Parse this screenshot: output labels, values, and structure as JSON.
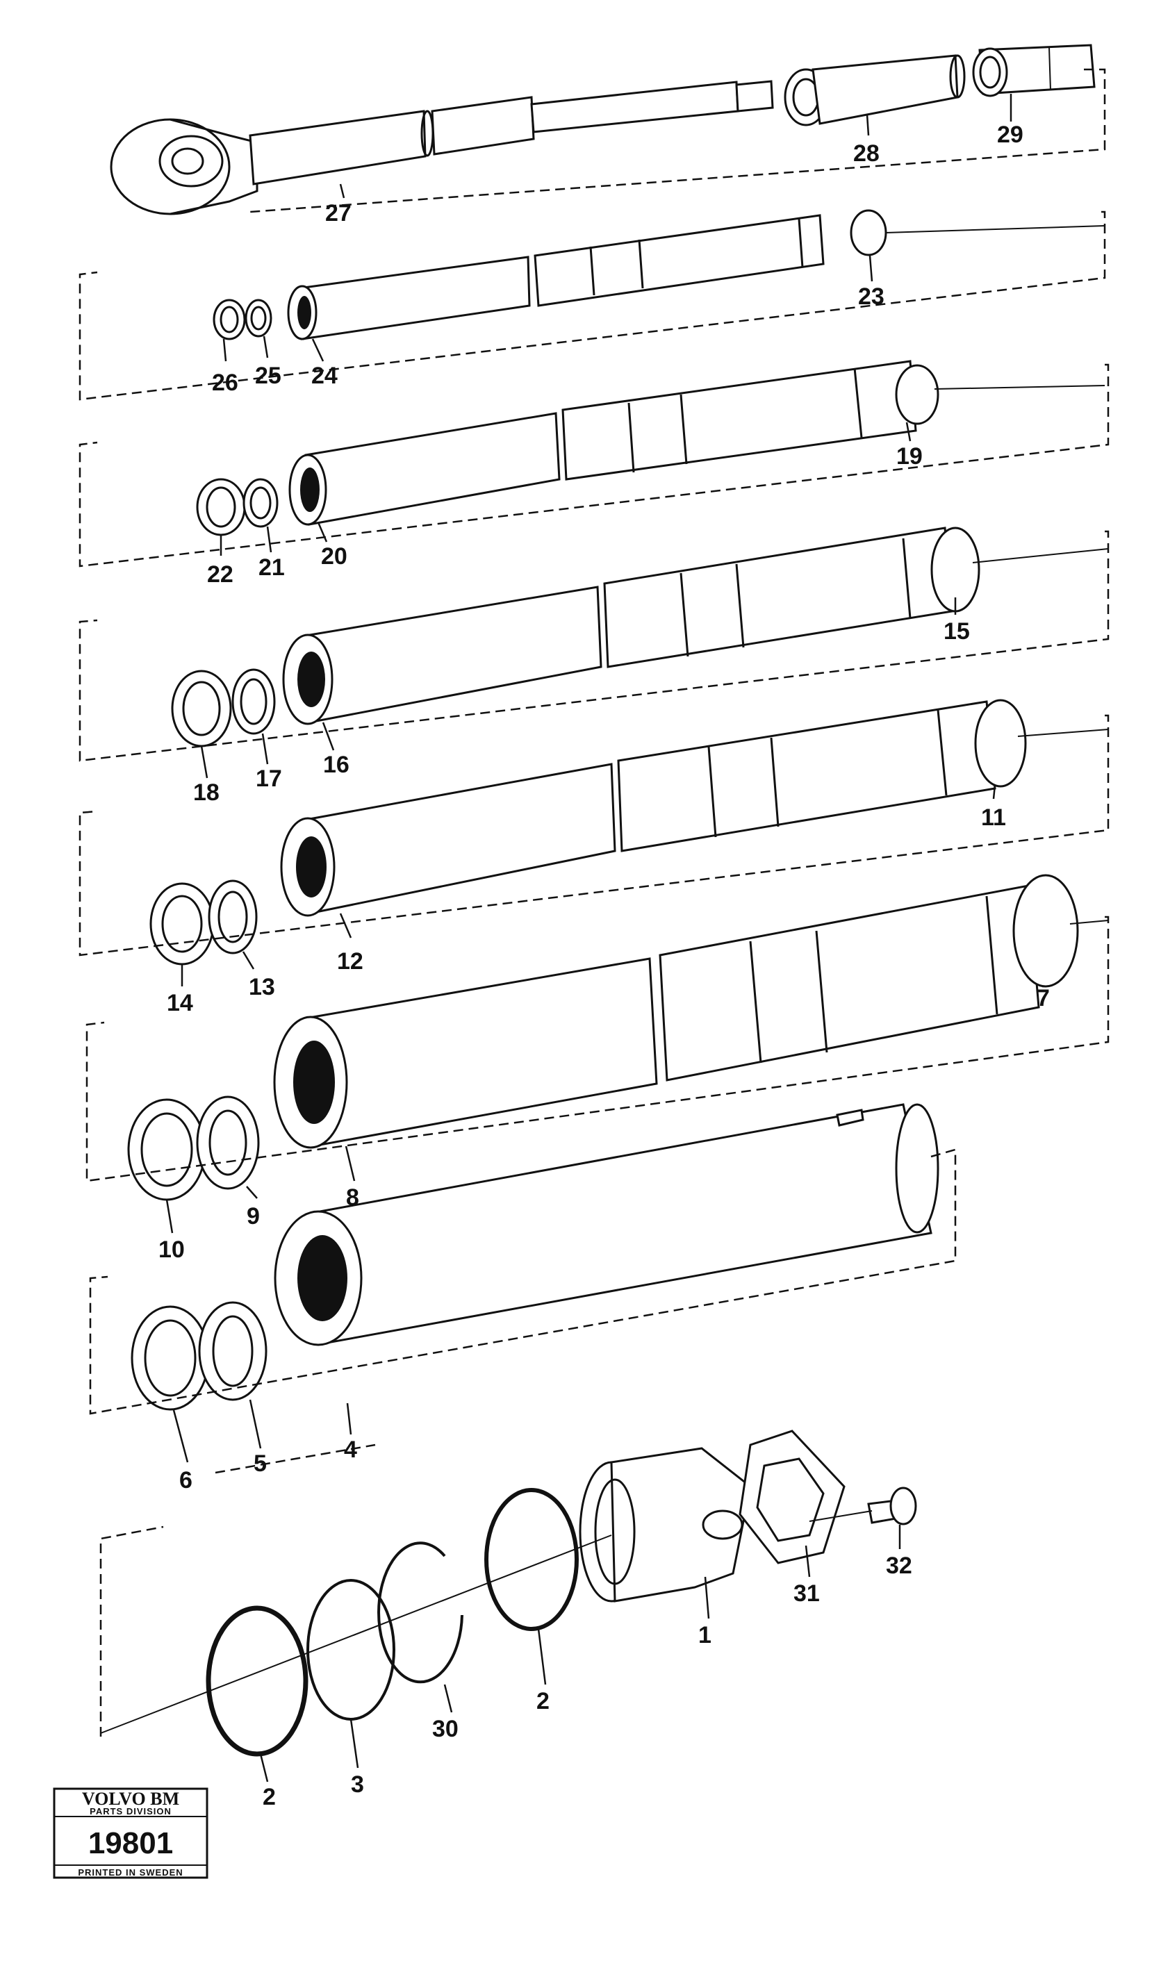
{
  "figure": {
    "parts": [
      {
        "id": "27",
        "label": "27"
      },
      {
        "id": "28",
        "label": "28"
      },
      {
        "id": "29",
        "label": "29"
      },
      {
        "id": "23",
        "label": "23"
      },
      {
        "id": "26",
        "label": "26"
      },
      {
        "id": "25",
        "label": "25"
      },
      {
        "id": "24",
        "label": "24"
      },
      {
        "id": "19",
        "label": "19"
      },
      {
        "id": "22",
        "label": "22"
      },
      {
        "id": "21",
        "label": "21"
      },
      {
        "id": "20",
        "label": "20"
      },
      {
        "id": "15",
        "label": "15"
      },
      {
        "id": "18",
        "label": "18"
      },
      {
        "id": "17",
        "label": "17"
      },
      {
        "id": "16",
        "label": "16"
      },
      {
        "id": "11",
        "label": "11"
      },
      {
        "id": "14",
        "label": "14"
      },
      {
        "id": "13",
        "label": "13"
      },
      {
        "id": "12",
        "label": "12"
      },
      {
        "id": "7",
        "label": "7"
      },
      {
        "id": "10",
        "label": "10"
      },
      {
        "id": "9",
        "label": "9"
      },
      {
        "id": "8",
        "label": "8"
      },
      {
        "id": "6",
        "label": "6"
      },
      {
        "id": "5",
        "label": "5"
      },
      {
        "id": "4",
        "label": "4"
      },
      {
        "id": "1",
        "label": "1"
      },
      {
        "id": "31",
        "label": "31"
      },
      {
        "id": "32",
        "label": "32"
      },
      {
        "id": "2a",
        "label": "2"
      },
      {
        "id": "2b",
        "label": "2"
      },
      {
        "id": "3",
        "label": "3"
      },
      {
        "id": "30",
        "label": "30"
      }
    ]
  },
  "stamp": {
    "brand": "VOLVO BM",
    "division": "PARTS DIVISION",
    "number": "19801",
    "printed": "PRINTED IN SWEDEN"
  }
}
